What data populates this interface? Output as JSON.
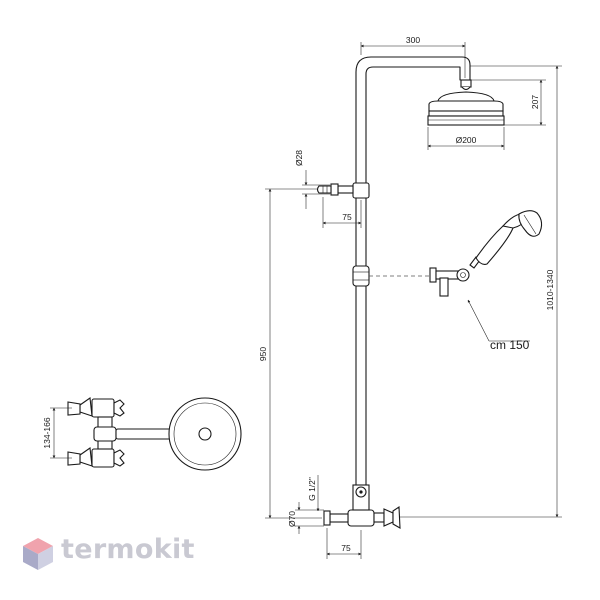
{
  "dimensions": {
    "arm_width": "300",
    "head_height": "207",
    "head_diameter": "Ø200",
    "outlet_diameter": "Ø28",
    "outlet_offset": "75",
    "center_distance": "950",
    "total_height": "1010-1340",
    "hose_length": "cm 150",
    "inlet_thread": "G 1/2\"",
    "inlet_diameter": "Ø70",
    "inlet_offset": "75",
    "inlet_spacing": "134-166"
  },
  "brand": {
    "name": "termokit",
    "text_color": "#c9c9d2",
    "mark_top": "#f0a3ad",
    "mark_left": "#a9aac8",
    "mark_right": "#cfd0e2"
  }
}
